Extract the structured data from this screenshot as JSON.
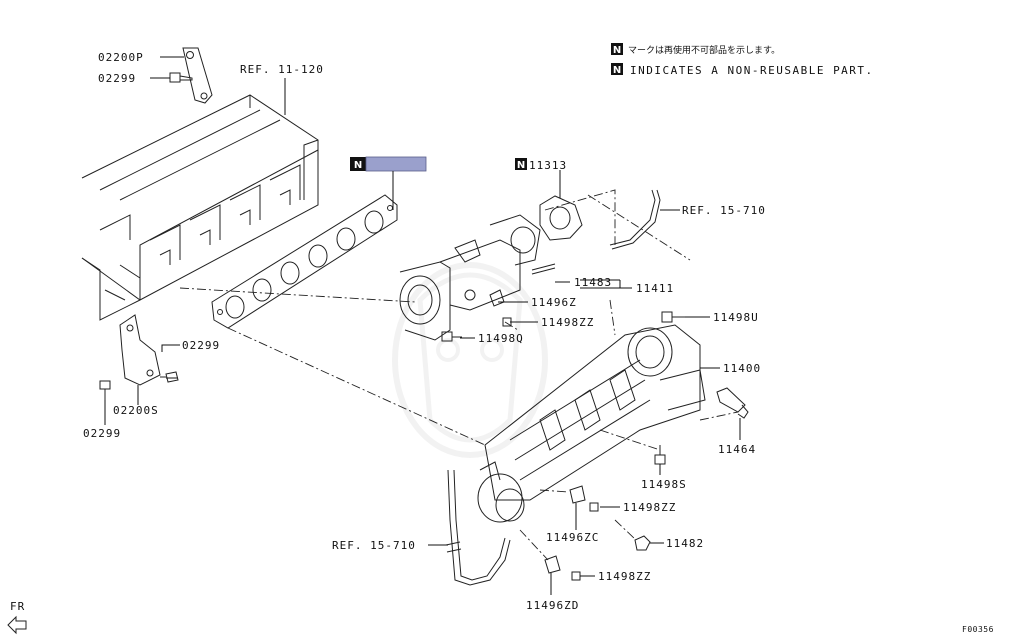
{
  "legend": {
    "badge": "N",
    "japanese_note": "マークは再使用不可部品を示します。",
    "english_note": "INDICATES A NON-REUSABLE PART."
  },
  "labels": {
    "p02200P": "02200P",
    "p02299_top": "02299",
    "ref_11_120": "REF. 11-120",
    "p11313": "11313",
    "ref_15_710_top": "REF. 15-710",
    "p11483": "11483",
    "p11411": "11411",
    "p11496Z": "11496Z",
    "p11498ZZ_a": "11498ZZ",
    "p11498Q": "11498Q",
    "p11498U": "11498U",
    "p11400": "11400",
    "p02299_mid": "02299",
    "p02200S": "02200S",
    "p02299_low": "02299",
    "p11464": "11464",
    "p11498S": "11498S",
    "p11498ZZ_b": "11498ZZ",
    "ref_15_710_bottom": "REF. 15-710",
    "p11496ZC": "11496ZC",
    "p11482": "11482",
    "p11498ZZ_c": "11498ZZ",
    "p11496ZD": "11496ZD",
    "fr": "FR",
    "figure_code": "F00356"
  }
}
